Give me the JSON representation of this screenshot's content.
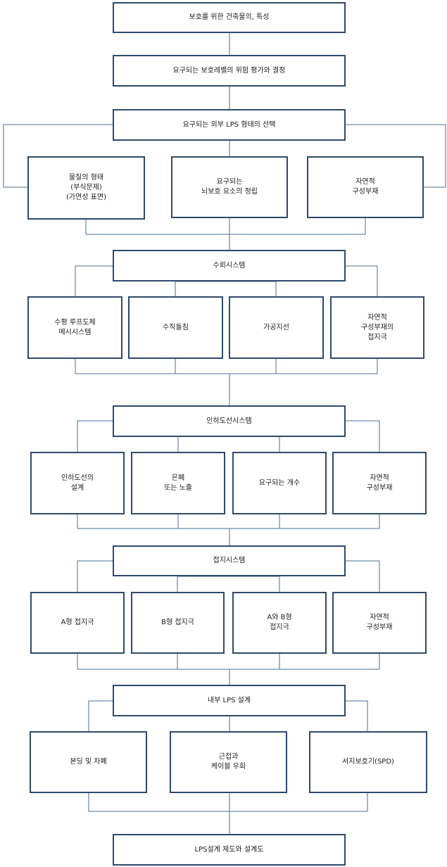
{
  "colors": {
    "box_border": "#2e4a6b",
    "connector": "#4a6f96"
  },
  "diagram": {
    "steps": {
      "s1": "보호를 위한 건축물의, 특성",
      "s2": "요구되는 보호레벨의 위험 평가와 결정",
      "s3": "요구되는 외부 LPS 형태의 선택",
      "s3_a": "물질의 형태\n(부식문제)\n(가연성 표면)",
      "s3_b": "요구되는\n뇌보호 요소의 정립",
      "s3_c": "자연적\n구성부재",
      "s4": "수뢰시스템",
      "s4_a": "수평 루프도체\n메시시스템",
      "s4_b": "수직돌침",
      "s4_c": "가공지선",
      "s4_d": "자연적\n구성부재의\n접지극",
      "s5": "인하도선시스템",
      "s5_a": "인하도선의\n설계",
      "s5_b": "은폐\n또는 노출",
      "s5_c": "요구되는 개수",
      "s5_d": "자연적\n구성부재",
      "s6": "접지시스템",
      "s6_a": "A형 접지극",
      "s6_b": "B형 접지극",
      "s6_c": "A와 B형\n접지극",
      "s6_d": "자연적\n구성부재",
      "s7": "내부 LPS 설계",
      "s7_a": "본딩 및 차폐",
      "s7_b": "근접과\n케이블 우회",
      "s7_c": "서지보호기(SPD)",
      "s8": "LPS설계 제도와 설계도"
    }
  }
}
